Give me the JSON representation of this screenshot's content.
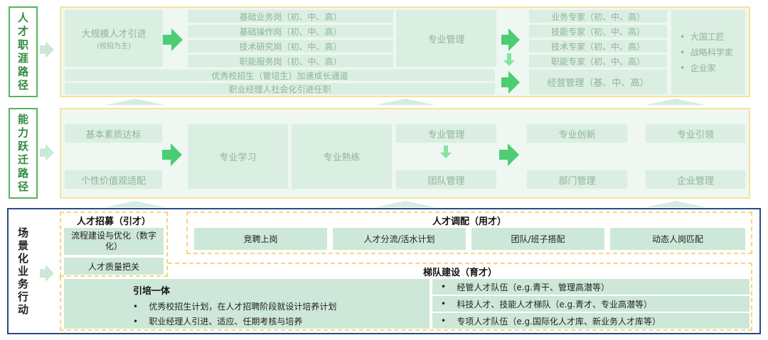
{
  "sections": {
    "career_path_label": [
      "人",
      "才",
      "职",
      "涯",
      "路",
      "径"
    ],
    "ability_path_label": [
      "能",
      "力",
      "跃",
      "迁",
      "路",
      "径"
    ],
    "scenario_label": [
      "场",
      "景",
      "化",
      "业",
      "务",
      "行",
      "动"
    ]
  },
  "career": {
    "intake_title": "大规模人才引进",
    "intake_sub": "(校招为主)",
    "positions": [
      "基础业务岗（初、中、高）",
      "基础操作岗（初、中、高）",
      "技术研究岗（初、中、高）",
      "职能服务岗（初、中、高）"
    ],
    "trainee_channel": "优秀校招生（管培生）加速成长通道",
    "manager_channel": "职业经理人社会化引进任职",
    "professional_management": "专业管理",
    "experts": [
      "业务专家（初、中、高）",
      "技能专家（初、中、高）",
      "技术专家（初、中、高）",
      "职能专家（初、中、高）"
    ],
    "operations_management": "经营管理（基、中、高）",
    "top_talent": [
      "大国工匠",
      "战略科学家",
      "企业家"
    ],
    "bullet": "•"
  },
  "ability": {
    "basic_quality": "基本素质达标",
    "values_fit": "个性价值观适配",
    "professional_learning": "专业学习",
    "professional_proficiency": "专业熟练",
    "professional_management": "专业管理",
    "team_management": "团队管理",
    "professional_innovation": "专业创新",
    "department_management": "部门管理",
    "professional_leadership": "专业引领",
    "enterprise_management": "企业管理"
  },
  "scenario": {
    "recruit_title": "人才招募（引才）",
    "recruit_items": [
      "流程建设与优化（数字化）",
      "人才质量把关"
    ],
    "allocate_title": "人才调配（用才）",
    "allocate_items": [
      "竞聘上岗",
      "人才分流/活水计划",
      "团队/班子搭配",
      "动态人岗匹配"
    ],
    "echelon_title": "梯队建设（育才）",
    "integration_title": "引培一体",
    "integration_items": [
      "优秀校招生计划，在人才招聘阶段就设计培养计划",
      "职业经理人引进、适应、任期考核与培养"
    ],
    "echelon_items": [
      "经管人才队伍（e.g.青干、管理高潜等）",
      "科技人才、技能人才梯队（e.g.青才、专业高潜等）",
      "专项人才队伍（e.g.国际化人才库、新业务人才库等）"
    ],
    "bullet": "•"
  },
  "colors": {
    "green_border": "#57b35c",
    "arrow_green": "#4ccd74",
    "navy_border": "#2a4a84",
    "yellow_border": "#f7e39a"
  }
}
